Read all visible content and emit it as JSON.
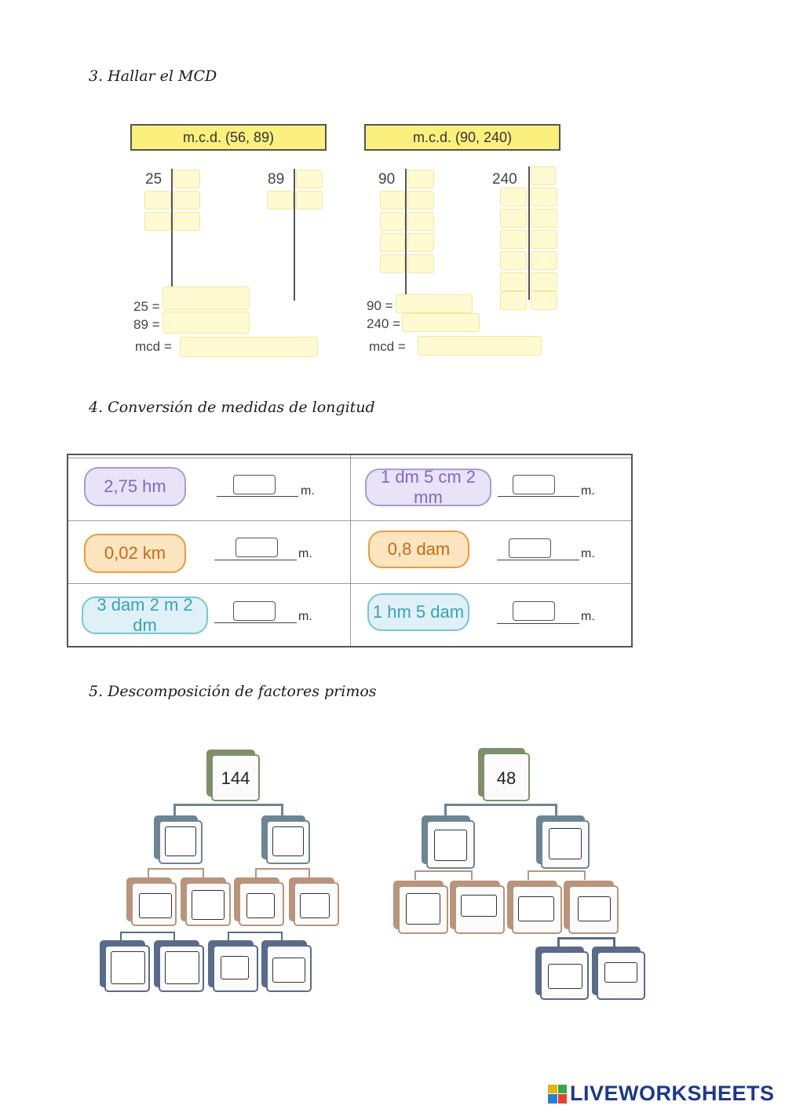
{
  "section3": {
    "heading": "3.  Hallar el MCD",
    "left": {
      "title": "m.c.d. (56, 89)",
      "n1": "25",
      "n2": "89",
      "eq1": "25 =",
      "eq2": "89 =",
      "eq3": "mcd ="
    },
    "right": {
      "title": "m.c.d. (90, 240)",
      "n1": "90",
      "n2": "240",
      "eq1": "90 =",
      "eq2": "240 =",
      "eq3": "mcd ="
    }
  },
  "section4": {
    "heading": "4.  Conversión de medidas de longitud",
    "unit": "m.",
    "items": [
      {
        "label": "2,75 hm",
        "color": "purple"
      },
      {
        "label": "1 dm 5 cm 2 mm",
        "color": "purple"
      },
      {
        "label": "0,02 km",
        "color": "orange"
      },
      {
        "label": "0,8 dam",
        "color": "orange"
      },
      {
        "label": "3 dam 2 m 2 dm",
        "color": "blue"
      },
      {
        "label": "1 hm 5 dam",
        "color": "blue"
      }
    ]
  },
  "section5": {
    "heading": "5.  Descomposición de factores primos",
    "tree1_root": "144",
    "tree2_root": "48"
  },
  "footer": {
    "logo_text": "LIVEWORKSHEETS",
    "logo_icon": "liveworksheets-logo-icon"
  },
  "colors": {
    "green": "#7f8f6e",
    "slate": "#6d8593",
    "tan": "#b9947c",
    "navy": "#5a6b8a"
  }
}
